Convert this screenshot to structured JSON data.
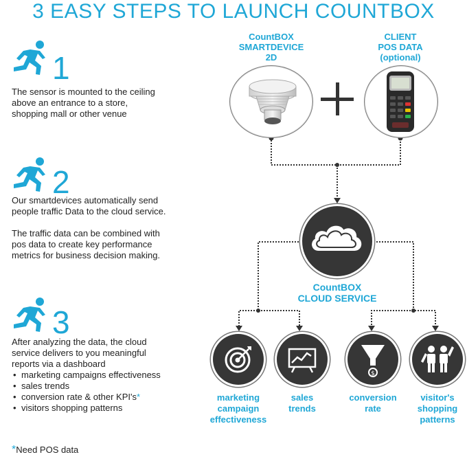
{
  "title": "3 EASY STEPS TO LAUNCH COUNTBOX",
  "steps": [
    {
      "number": "1",
      "lines": [
        "The sensor is mounted to the ceiling",
        "above an entrance to a store,",
        "shopping mall or other venue"
      ]
    },
    {
      "number": "2",
      "lines": [
        "Our smartdevices automatically send",
        "people traffic Data to the cloud service."
      ],
      "lines2": [
        "The traffic data can be combined with",
        "pos data to create key performance",
        "metrics for business decision making."
      ]
    },
    {
      "number": "3",
      "lines": [
        "After analyzing the data, the cloud",
        "service delivers to you meaningful",
        "reports via a dashboard"
      ],
      "bullets": [
        "marketing campaigns effectiveness",
        "sales trends",
        "conversion rate & other KPI's",
        "visitors shopping patterns"
      ],
      "bullet_star": "*"
    }
  ],
  "footnote": {
    "star": "*",
    "text": "Need POS data"
  },
  "diagram": {
    "device_label": [
      "CountBOX",
      "SMARTDEVICE",
      "2D"
    ],
    "pos_label": [
      "CLIENT",
      "POS DATA",
      "(optional)"
    ],
    "cloud_label": [
      "CountBOX",
      "CLOUD SERVICE"
    ],
    "kpis": [
      {
        "lines": [
          "marketing",
          "campaign",
          "effectiveness"
        ],
        "icon": "target-icon"
      },
      {
        "lines": [
          "sales",
          "trends"
        ],
        "icon": "chart-board-icon"
      },
      {
        "lines": [
          "conversion",
          "rate"
        ],
        "icon": "funnel-icon"
      },
      {
        "lines": [
          "visitor's",
          "shopping",
          "patterns"
        ],
        "icon": "people-icon"
      }
    ]
  },
  "colors": {
    "accent": "#1fa7d6",
    "dark": "#363636",
    "text": "#222222"
  }
}
